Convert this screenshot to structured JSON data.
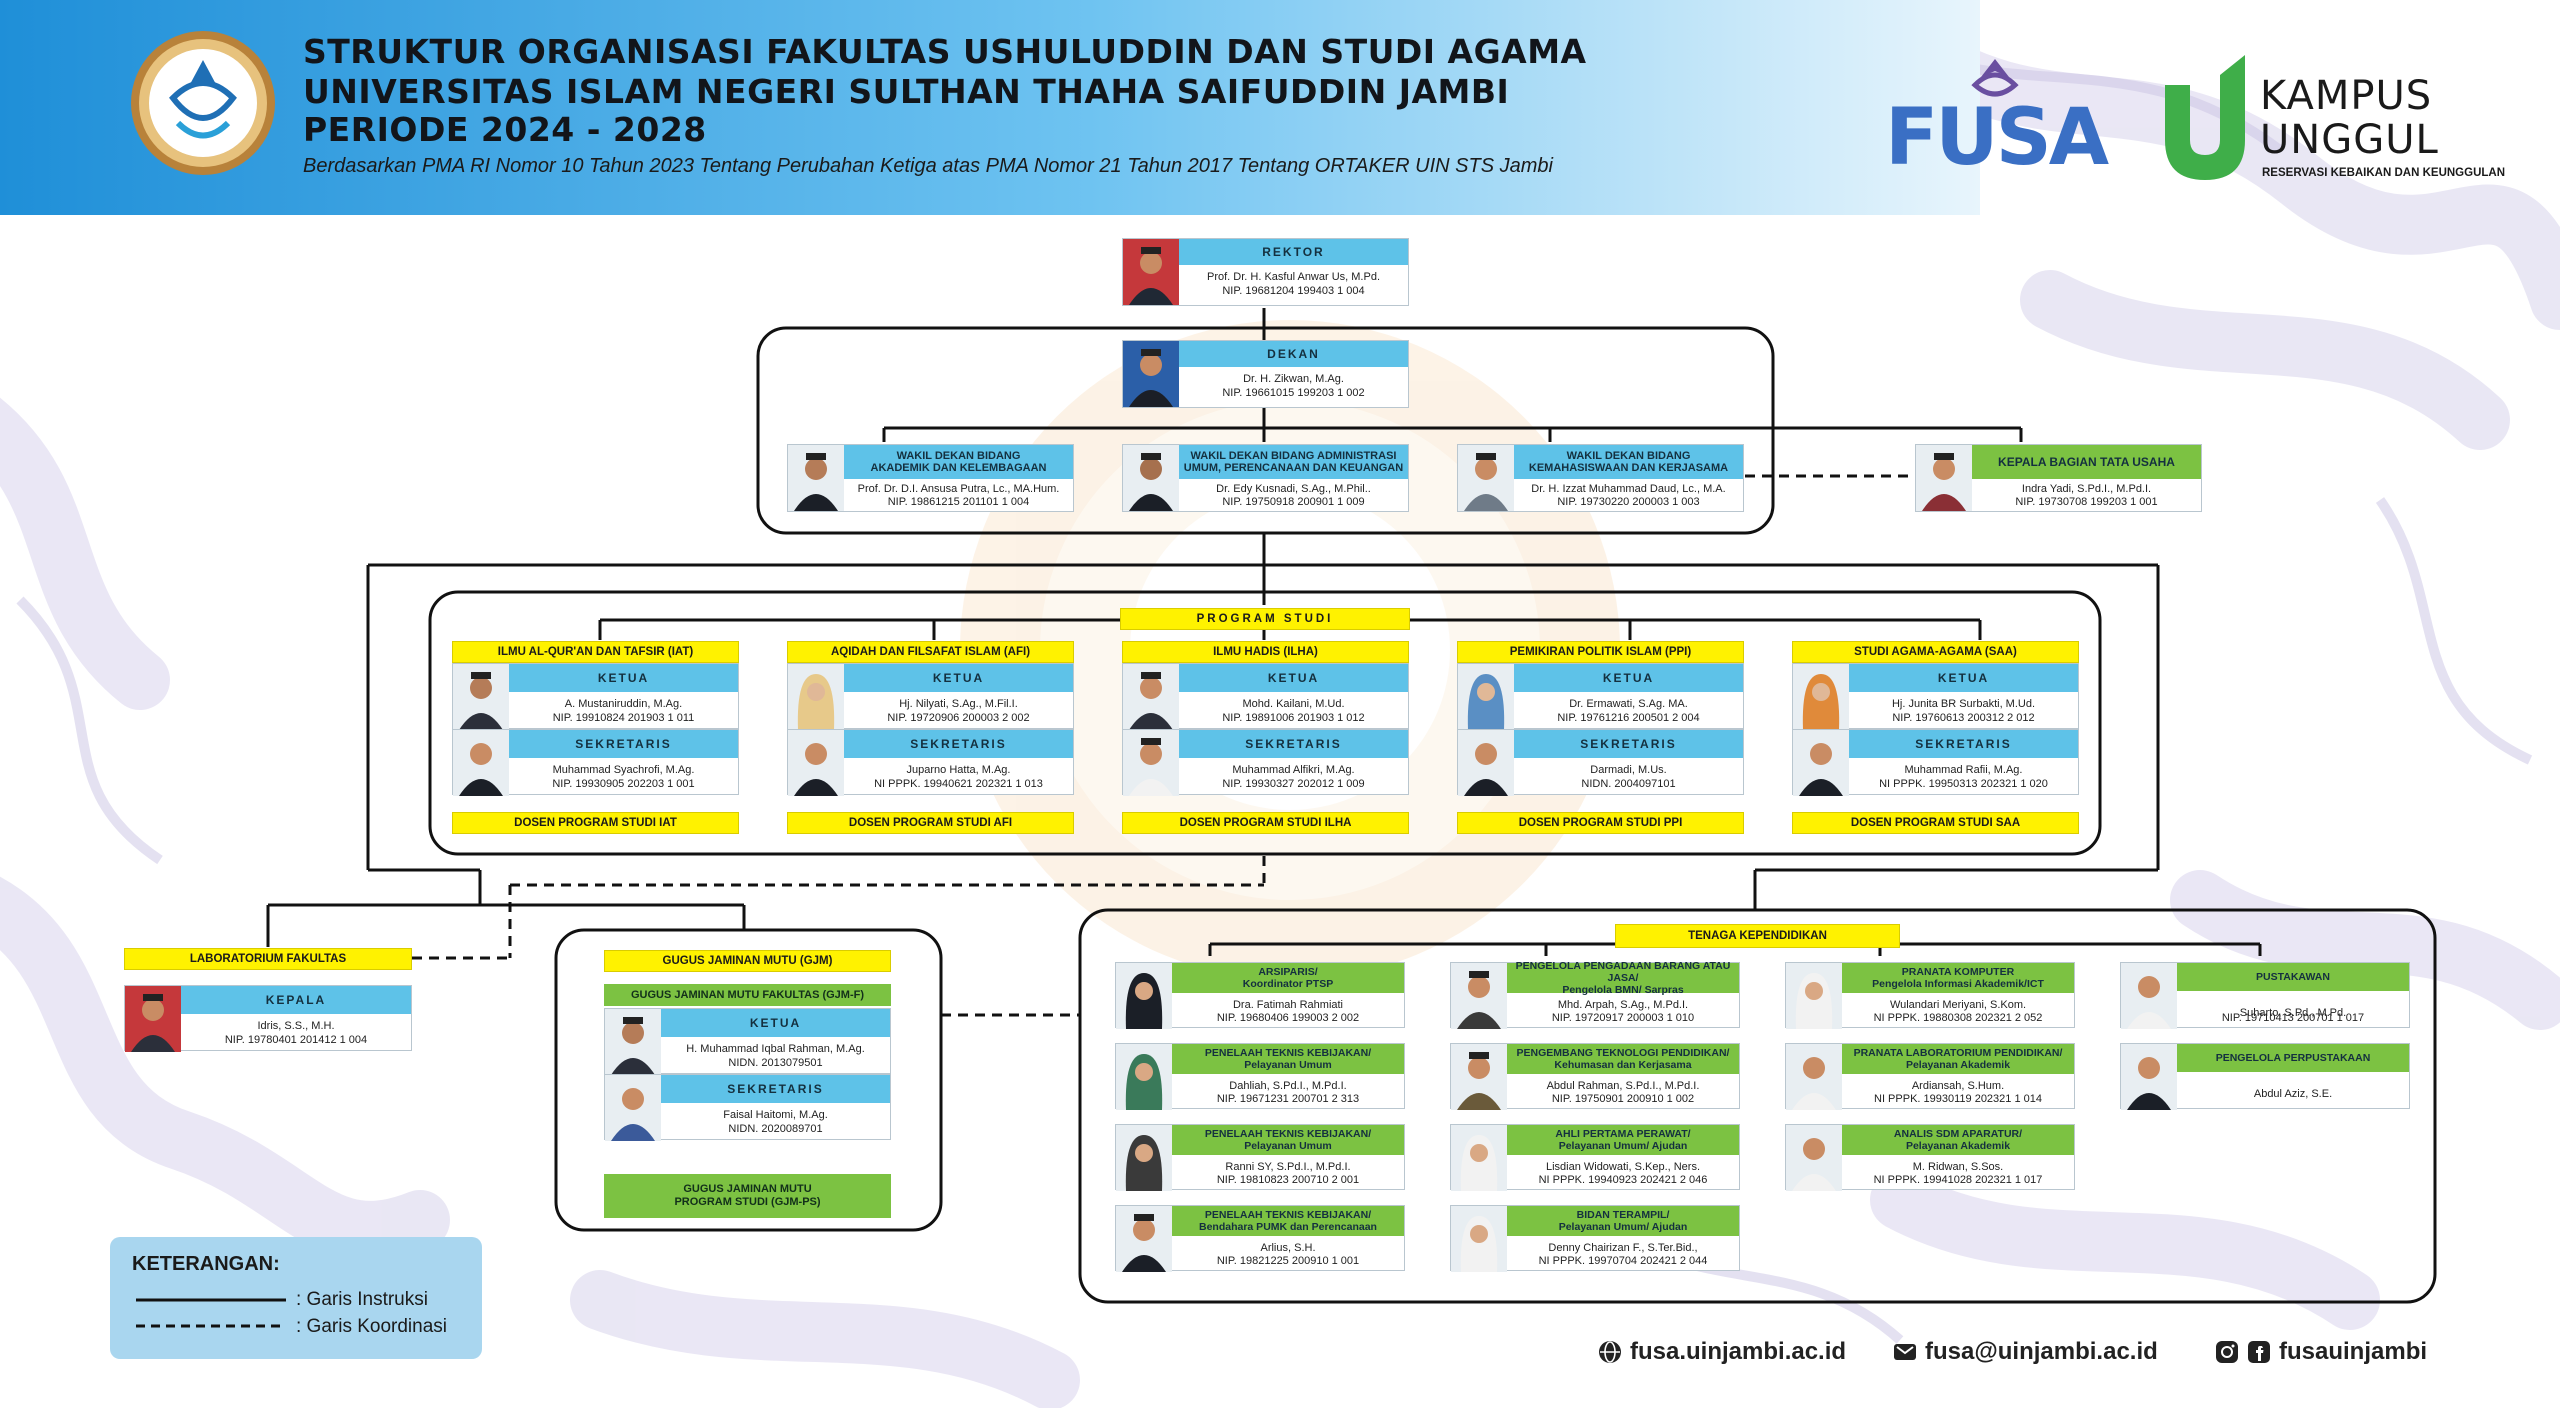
{
  "header": {
    "title_line1": "STRUKTUR ORGANISASI FAKULTAS USHULUDDIN DAN STUDI AGAMA",
    "title_line2": "UNIVERSITAS ISLAM NEGERI SULTHAN THAHA SAIFUDDIN JAMBI",
    "title_line3": "PERIODE 2024 - 2028",
    "subtitle": "Berdasarkan PMA RI Nomor 10 Tahun 2023 Tentang Perubahan Ketiga atas PMA Nomor 21 Tahun 2017 Tentang ORTAKER UIN STS Jambi"
  },
  "logos": {
    "fusa": "FUSA",
    "kampus": "KAMPUS",
    "unggul": "UNGGUL",
    "tagline": "RESERVASI KEBAIKAN DAN KEUNGGULAN"
  },
  "colors": {
    "blue": "#5ec2e8",
    "green": "#7cc242",
    "yellow": "#fff200",
    "header": "#1f8fd8"
  },
  "leadership": {
    "rektor": {
      "title": "REKTOR",
      "name": "Prof. Dr. H. Kasful Anwar Us, M.Pd.",
      "nip": "NIP. 19681204 199403 1 004"
    },
    "dekan": {
      "title": "DEKAN",
      "name": "Dr. H. Zikwan, M.Ag.",
      "nip": "NIP. 19661015 199203 1 002"
    },
    "wd1": {
      "title1": "WAKIL DEKAN BIDANG",
      "title2": "AKADEMIK DAN KELEMBAGAAN",
      "name": "Prof. Dr. D.I. Ansusa Putra, Lc., MA.Hum.",
      "nip": "NIP. 19861215 201101 1 004"
    },
    "wd2": {
      "title1": "WAKIL DEKAN BIDANG ADMINISTRASI",
      "title2": "UMUM, PERENCANAAN DAN KEUANGAN",
      "name": "Dr. Edy Kusnadi, S.Ag., M.Phil..",
      "nip": "NIP. 19750918 200901 1 009"
    },
    "wd3": {
      "title1": "WAKIL DEKAN BIDANG",
      "title2": "KEMAHASISWAAN DAN KERJASAMA",
      "name": "Dr. H. Izzat Muhammad Daud, Lc., M.A.",
      "nip": "NIP. 19730220 200003 1 003"
    },
    "kabag": {
      "title": "KEPALA BAGIAN TATA USAHA",
      "name": "Indra Yadi, S.Pd.I., M.Pd.I.",
      "nip": "NIP. 19730708 199203 1 001"
    }
  },
  "program_studi": {
    "label": "PROGRAM STUDI",
    "ketua_label": "KETUA",
    "sekretaris_label": "SEKRETARIS",
    "items": [
      {
        "name": "ILMU AL-QUR'AN DAN TAFSIR (IAT)",
        "ketua_name": "A. Mustaniruddin, M.Ag.",
        "ketua_nip": "NIP. 19910824 201903 1 011",
        "sek_name": "Muhammad Syachrofi, M.Ag.",
        "sek_nip": "NIP. 19930905 202203 1 001",
        "dosen": "DOSEN PROGRAM STUDI IAT"
      },
      {
        "name": "AQIDAH DAN FILSAFAT ISLAM (AFI)",
        "ketua_name": "Hj. Nilyati, S.Ag., M.Fil.I.",
        "ketua_nip": "NIP. 19720906 200003 2 002",
        "sek_name": "Juparno Hatta, M.Ag.",
        "sek_nip": "NI PPPK. 19940621 202321 1 013",
        "dosen": "DOSEN PROGRAM STUDI AFI"
      },
      {
        "name": "ILMU HADIS (ILHA)",
        "ketua_name": "Mohd. Kailani, M.Ud.",
        "ketua_nip": "NIP. 19891006 201903 1 012",
        "sek_name": "Muhammad Alfikri, M.Ag.",
        "sek_nip": "NIP. 19930327 202012 1 009",
        "dosen": "DOSEN PROGRAM STUDI ILHA"
      },
      {
        "name": "PEMIKIRAN POLITIK ISLAM (PPI)",
        "ketua_name": "Dr. Ermawati, S.Ag. MA.",
        "ketua_nip": "NIP. 19761216 200501 2 004",
        "sek_name": "Darmadi, M.Us.",
        "sek_nip": "NIDN. 2004097101",
        "dosen": "DOSEN PROGRAM STUDI PPI"
      },
      {
        "name": "STUDI AGAMA-AGAMA (SAA)",
        "ketua_name": "Hj. Junita BR Surbakti, M.Ud.",
        "ketua_nip": "NIP. 19760613 200312 2 012",
        "sek_name": "Muhammad Rafii, M.Ag.",
        "sek_nip": "NI PPPK. 19950313 202321 1 020",
        "dosen": "DOSEN PROGRAM STUDI SAA"
      }
    ]
  },
  "lab": {
    "title": "LABORATORIUM FAKULTAS",
    "head_label": "KEPALA",
    "name": "Idris, S.S., M.H.",
    "nip": "NIP. 19780401 201412 1 004"
  },
  "gjm": {
    "title": "GUGUS JAMINAN MUTU (GJM)",
    "sub": "GUGUS JAMINAN MUTU FAKULTAS (GJM-F)",
    "ketua_label": "KETUA",
    "ketua_name": "H. Muhammad Iqbal Rahman, M.Ag.",
    "ketua_nip": "NIDN. 2013079501",
    "sek_label": "SEKRETARIS",
    "sek_name": "Faisal Haitomi, M.Ag.",
    "sek_nip": "NIDN. 2020089701",
    "ps_line1": "GUGUS JAMINAN MUTU",
    "ps_line2": "PROGRAM STUDI (GJM-PS)"
  },
  "tendik": {
    "label": "TENAGA KEPENDIDIKAN",
    "items": [
      {
        "t1": "ARSIPARIS/",
        "t2": "Koordinator PTSP",
        "name": "Dra. Fatimah Rahmiati",
        "nip": "NIP. 19680406 199003 2 002"
      },
      {
        "t1": "PENELAAH TEKNIS KEBIJAKAN/",
        "t2": "Pelayanan Umum",
        "name": "Dahliah, S.Pd.I., M.Pd.I.",
        "nip": "NIP. 19671231 200701 2 313"
      },
      {
        "t1": "PENELAAH TEKNIS KEBIJAKAN/",
        "t2": "Pelayanan Umum",
        "name": "Ranni SY, S.Pd.I., M.Pd.I.",
        "nip": "NIP. 19810823 200710 2 001"
      },
      {
        "t1": "PENELAAH TEKNIS KEBIJAKAN/",
        "t2": "Bendahara PUMK dan Perencanaan",
        "name": "Arlius, S.H.",
        "nip": "NIP. 19821225 200910 1 001"
      },
      {
        "t1": "PENGELOLA PENGADAAN BARANG ATAU JASA/",
        "t2": "Pengelola BMN/ Sarpras",
        "name": "Mhd. Arpah, S.Ag., M.Pd.I.",
        "nip": "NIP. 19720917 200003 1 010"
      },
      {
        "t1": "PENGEMBANG TEKNOLOGI PENDIDIKAN/",
        "t2": "Kehumasan dan Kerjasama",
        "name": "Abdul Rahman, S.Pd.I., M.Pd.I.",
        "nip": "NIP. 19750901 200910 1 002"
      },
      {
        "t1": "AHLI PERTAMA PERAWAT/",
        "t2": "Pelayanan Umum/ Ajudan",
        "name": "Lisdian Widowati, S.Kep., Ners.",
        "nip": "NI PPPK. 19940923 202421 2 046"
      },
      {
        "t1": "BIDAN TERAMPIL/",
        "t2": "Pelayanan Umum/ Ajudan",
        "name": "Denny Chairizan F., S.Ter.Bid.,",
        "nip": "NI PPPK. 19970704 202421 2 044"
      },
      {
        "t1": "PRANATA KOMPUTER",
        "t2": "Pengelola Informasi Akademik/ICT",
        "name": "Wulandari Meriyani, S.Kom.",
        "nip": "NI PPPK. 19880308 202321 2 052"
      },
      {
        "t1": "PRANATA LABORATORIUM PENDIDIKAN/",
        "t2": "Pelayanan Akademik",
        "name": "Ardiansah, S.Hum.",
        "nip": "NI PPPK. 19930119 202321 1 014"
      },
      {
        "t1": "ANALIS SDM APARATUR/",
        "t2": "Pelayanan Akademik",
        "name": "M. Ridwan, S.Sos.",
        "nip": "NI PPPK. 19941028 202321 1 017"
      },
      {
        "t1": "PUSTAKAWAN",
        "t2": "",
        "name": "Suharto, S.Pd., M.Pd.",
        "nip": "NIP. 19710413 200701 1 017"
      },
      {
        "t1": "PENGELOLA PERPUSTAKAAN",
        "t2": "",
        "name": "Abdul Aziz, S.E.",
        "nip": ""
      }
    ]
  },
  "legend": {
    "title": "KETERANGAN:",
    "solid": ": Garis Instruksi",
    "dashed": ": Garis Koordinasi"
  },
  "contacts": {
    "web": "fusa.uinjambi.ac.id",
    "email": "fusa@uinjambi.ac.id",
    "social": "fusauinjambi"
  }
}
